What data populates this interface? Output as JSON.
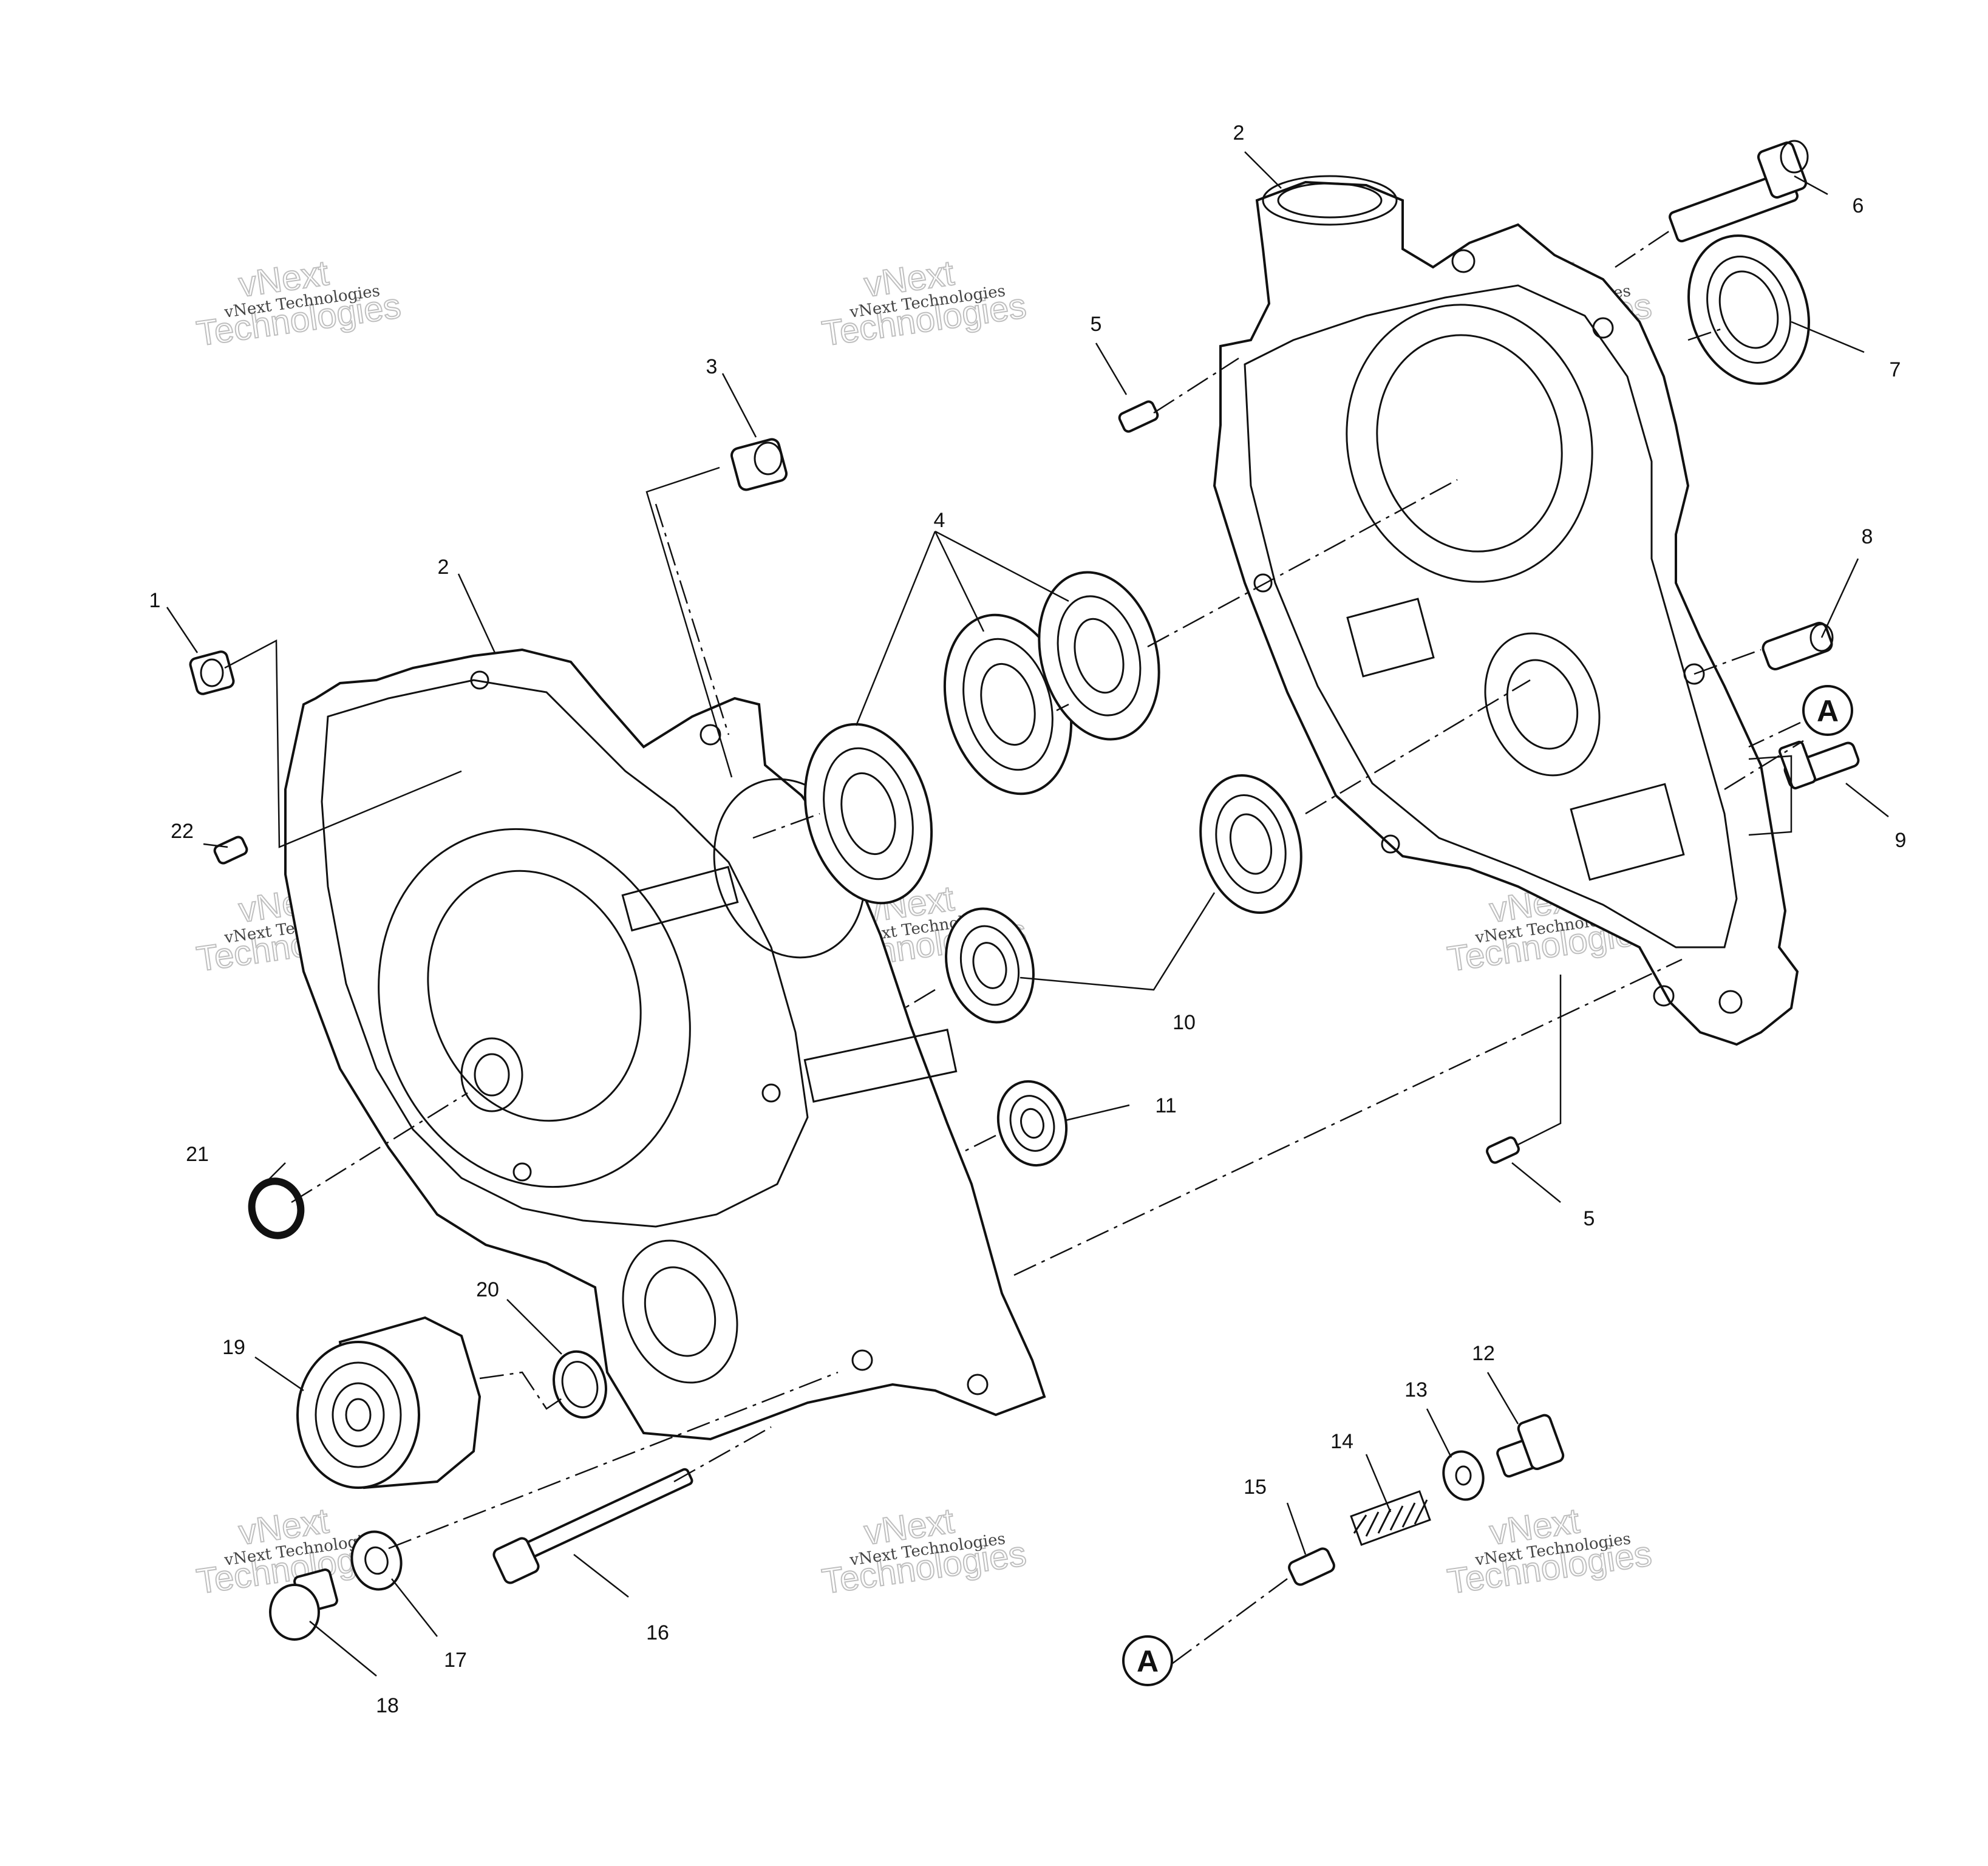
{
  "watermark": {
    "line1": "vNext Technologies",
    "big_top": "vNext",
    "big_bottom": "Technologies"
  },
  "callouts": {
    "c1": "1",
    "c2a": "2",
    "c2b": "2",
    "c3": "3",
    "c4": "4",
    "c5a": "5",
    "c5b": "5",
    "c6": "6",
    "c7": "7",
    "c8": "8",
    "c9": "9",
    "c10": "10",
    "c11": "11",
    "c12": "12",
    "c13": "13",
    "c14": "14",
    "c15": "15",
    "c16": "16",
    "c17": "17",
    "c18": "18",
    "c19": "19",
    "c20": "20",
    "c21": "21",
    "c22": "22"
  },
  "references": {
    "ref_top": "A",
    "ref_bottom": "A"
  }
}
